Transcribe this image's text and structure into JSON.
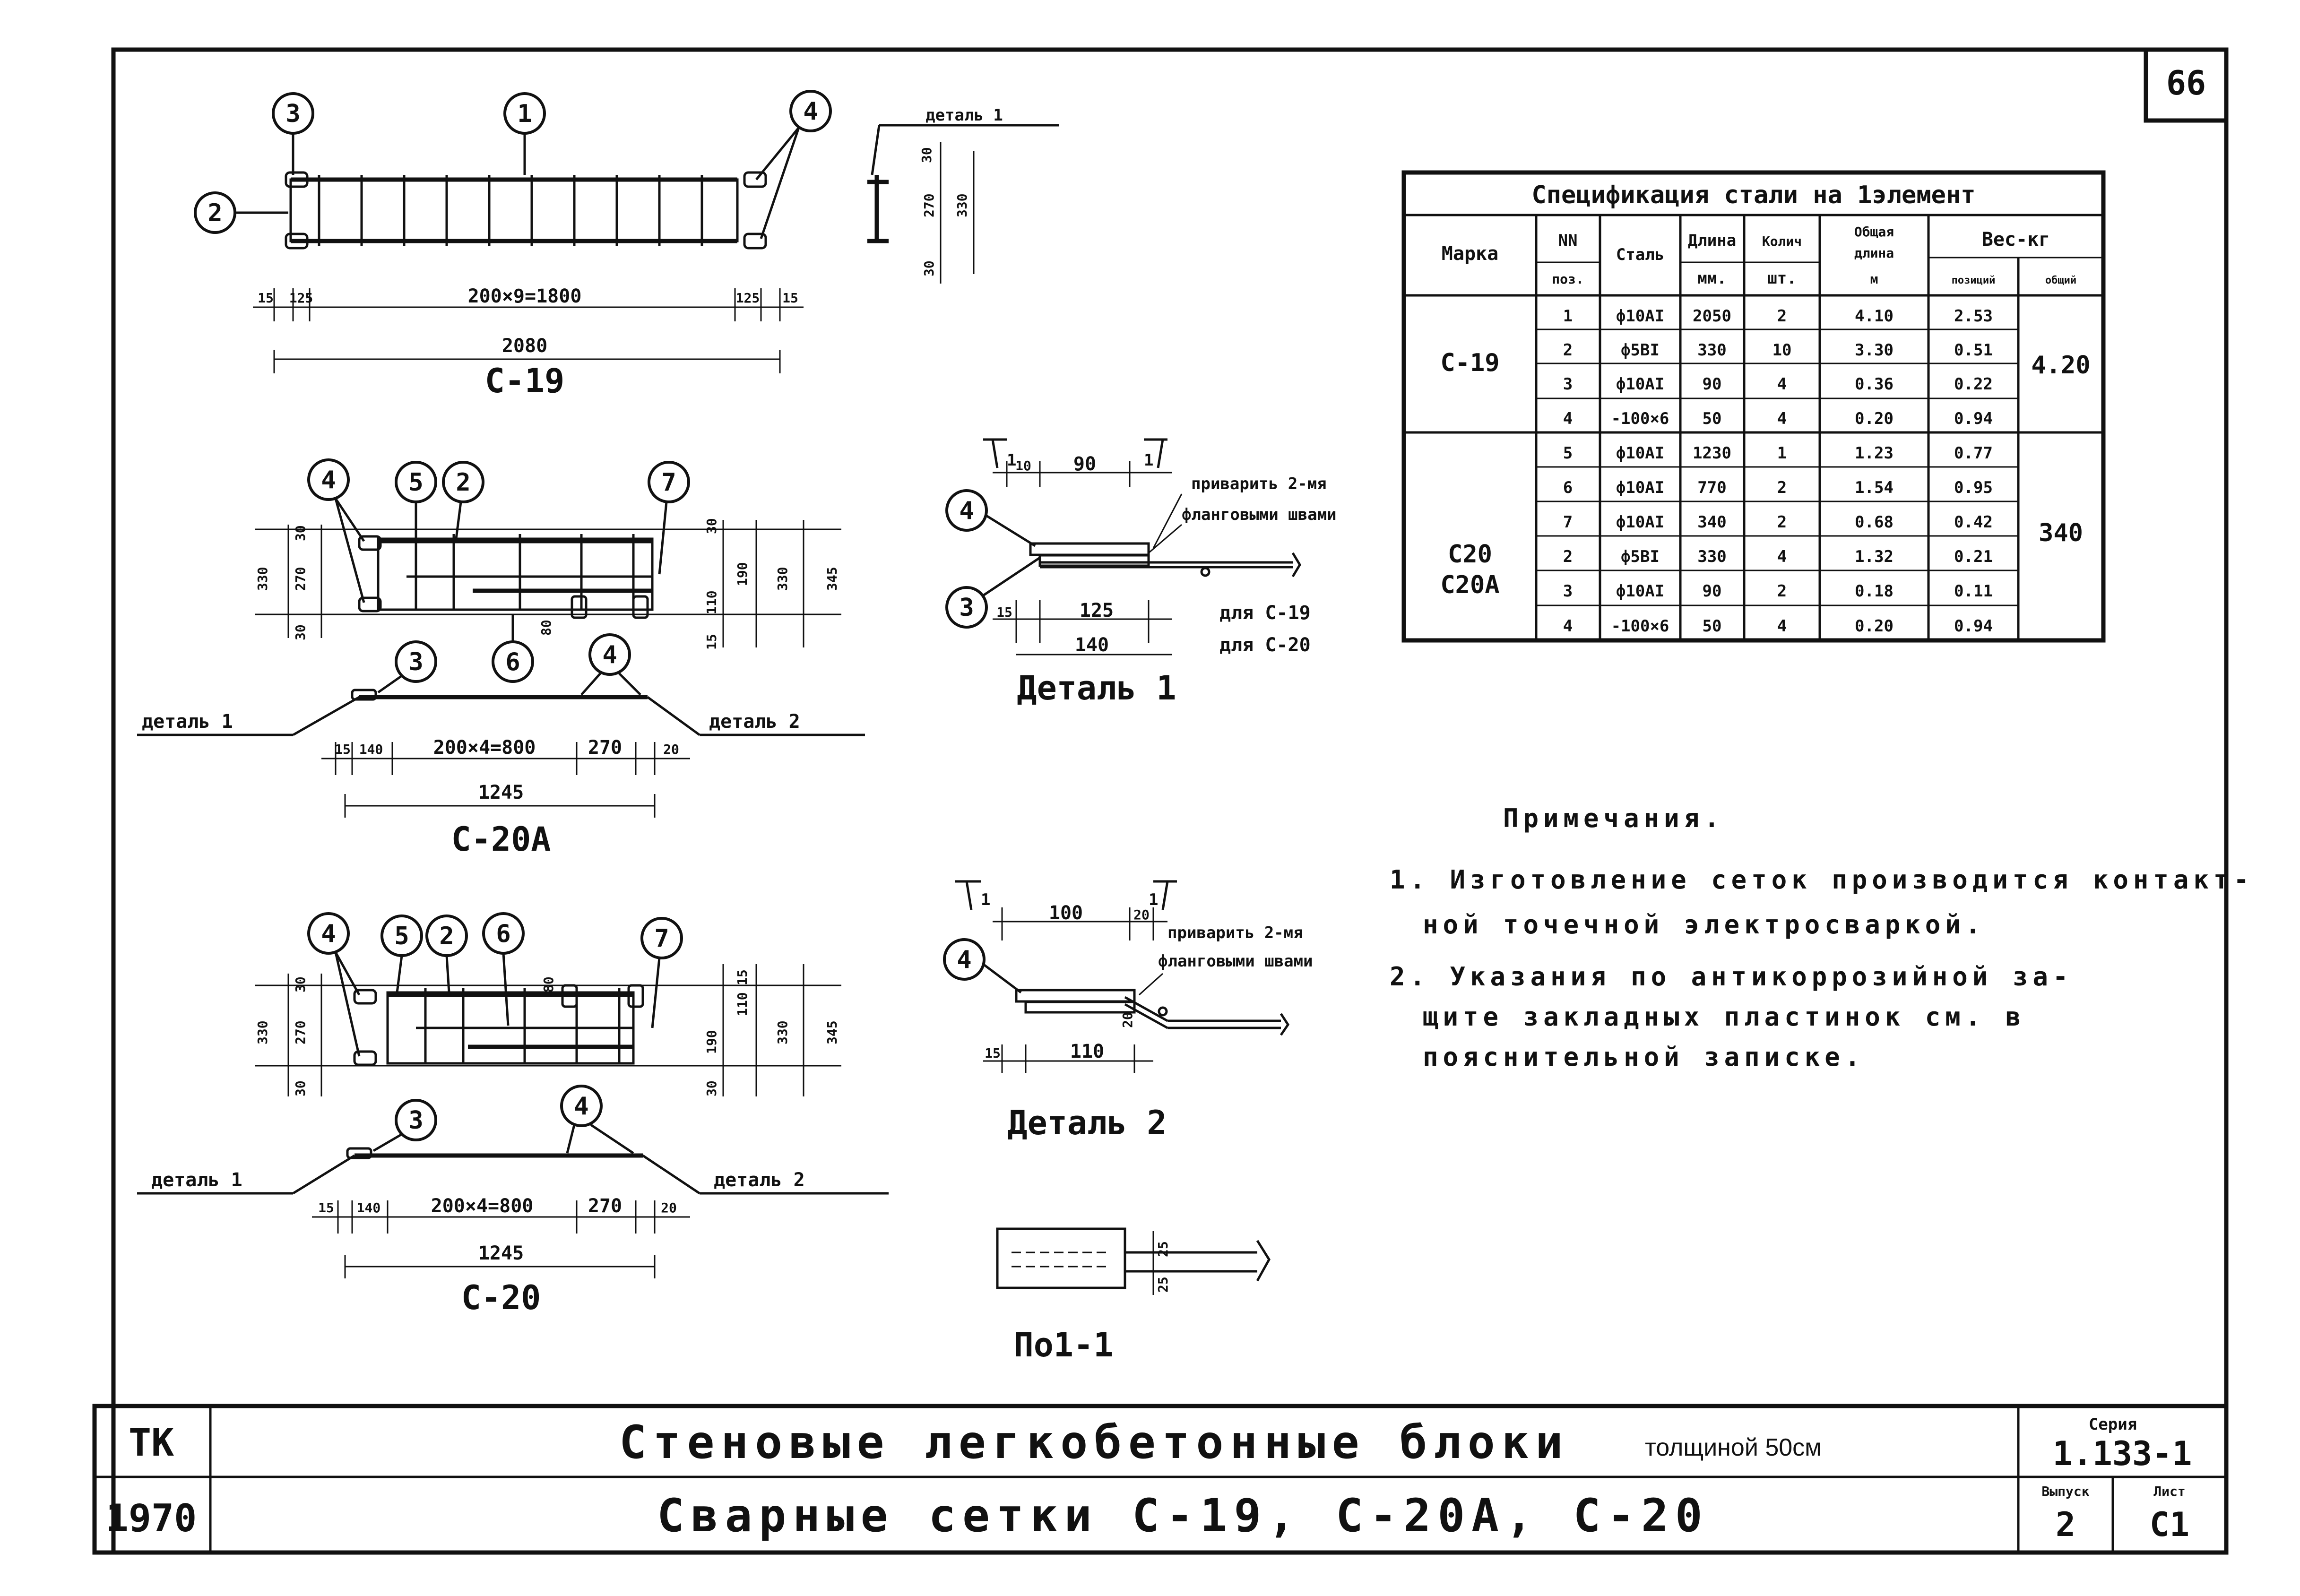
{
  "sheet_number": "66",
  "stamp": {
    "org": "ТК",
    "year": "1970",
    "title": "Стеновые легкобетонные блоки",
    "title_suffix": "толщиной 50см",
    "subtitle": "Сварные сетки С-19, С-20А, С-20",
    "series_label": "Серия",
    "series_value": "1.133-1",
    "issue_label": "Выпуск",
    "issue_value": "2",
    "sheet_label": "Лист",
    "sheet_value": "С1"
  },
  "spec_table": {
    "title": "Спецификация стали на 1элемент",
    "headers": {
      "mark": "Марка",
      "pos_top": "NN",
      "pos_bottom": "поз.",
      "steel": "Сталь",
      "length_top": "Длина",
      "length_bottom": "мм.",
      "qty_top": "Колич",
      "qty_bottom": "шт.",
      "total_top": "Общая",
      "total_mid": "длина",
      "total_bottom": "м",
      "weight": "Вес-кг",
      "weight_pos": "позиций",
      "weight_total": "общий"
    },
    "groups": [
      {
        "mark": "С-19",
        "total_weight": "4.20",
        "rows": [
          {
            "pos": "1",
            "steel": "ф10АI",
            "length": "2050",
            "qty": "2",
            "total_len": "4.10",
            "weight": "2.53"
          },
          {
            "pos": "2",
            "steel": "ф5ВI",
            "length": "330",
            "qty": "10",
            "total_len": "3.30",
            "weight": "0.51"
          },
          {
            "pos": "3",
            "steel": "ф10АI",
            "length": "90",
            "qty": "4",
            "total_len": "0.36",
            "weight": "0.22"
          },
          {
            "pos": "4",
            "steel": "-100×6",
            "length": "50",
            "qty": "4",
            "total_len": "0.20",
            "weight": "0.94"
          }
        ]
      },
      {
        "mark": "С20",
        "mark2": "С20А",
        "total_weight": "340",
        "rows": [
          {
            "pos": "5",
            "steel": "ф10АI",
            "length": "1230",
            "qty": "1",
            "total_len": "1.23",
            "weight": "0.77"
          },
          {
            "pos": "6",
            "steel": "ф10АI",
            "length": "770",
            "qty": "2",
            "total_len": "1.54",
            "weight": "0.95"
          },
          {
            "pos": "7",
            "steel": "ф10АI",
            "length": "340",
            "qty": "2",
            "total_len": "0.68",
            "weight": "0.42"
          },
          {
            "pos": "2",
            "steel": "ф5ВI",
            "length": "330",
            "qty": "4",
            "total_len": "1.32",
            "weight": "0.21"
          },
          {
            "pos": "3",
            "steel": "ф10АI",
            "length": "90",
            "qty": "2",
            "total_len": "0.18",
            "weight": "0.11"
          },
          {
            "pos": "4",
            "steel": "-100×6",
            "length": "50",
            "qty": "4",
            "total_len": "0.20",
            "weight": "0.94"
          }
        ]
      }
    ]
  },
  "notes": {
    "title": "Примечания.",
    "items": [
      {
        "line1": "1. Изготовление сеток производится контакт-",
        "line2": "ной точечной электросваркой."
      },
      {
        "line1": "2. Указания по антикоррозийной за-",
        "line2": "щите закладных пластинок см. в",
        "line3": "пояснительной записке."
      }
    ]
  },
  "drawings": {
    "c19": {
      "label": "С-19",
      "dims": {
        "d15a": "15",
        "d125a": "125",
        "dmid": "200×9=1800",
        "d125b": "125",
        "d15b": "15",
        "total": "2080"
      },
      "callouts": [
        "3",
        "1",
        "4",
        "2"
      ]
    },
    "detail1_side": {
      "title": "деталь 1",
      "d30a": "30",
      "d270": "270",
      "d330": "330",
      "d30b": "30"
    },
    "c20a": {
      "label": "С-20А",
      "callouts": [
        "4",
        "5",
        "2",
        "7",
        "3",
        "6",
        "4"
      ],
      "left_dims": [
        "330",
        "270",
        "30",
        "30"
      ],
      "right_dims": [
        "30",
        "190",
        "110",
        "330",
        "345",
        "15"
      ],
      "d80": "80",
      "detail_left": "деталь 1",
      "detail_right": "деталь 2",
      "dims": {
        "d15": "15",
        "d140": "140",
        "dmid": "200×4=800",
        "d270": "270",
        "d20": "20",
        "total": "1245"
      }
    },
    "c20": {
      "label": "С-20",
      "callouts": [
        "4",
        "5",
        "2",
        "6",
        "7",
        "3",
        "4"
      ],
      "left_dims": [
        "330",
        "270",
        "30",
        "30"
      ],
      "right_dims": [
        "15",
        "110",
        "190",
        "330",
        "345",
        "30"
      ],
      "d80": "80",
      "detail_left": "деталь 1",
      "detail_right": "деталь 2",
      "dims": {
        "d15": "15",
        "d140": "140",
        "dmid": "200×4=800",
        "d270": "270",
        "d20": "20",
        "total": "1245"
      }
    },
    "detail1": {
      "title": "Деталь 1",
      "cut": "1",
      "d10": "10",
      "d90": "90",
      "weld_note1": "приварить 2-мя",
      "weld_note2": "фланговыми швами",
      "d15": "15",
      "d125": "125",
      "d140": "140",
      "for_c19": "для С-19",
      "for_c20": "для С-20",
      "callouts": [
        "4",
        "3"
      ]
    },
    "detail2": {
      "title": "Деталь 2",
      "cut": "1",
      "d100": "100",
      "d20": "20",
      "weld_note1": "приварить 2-мя",
      "weld_note2": "фланговыми швами",
      "d20b": "20",
      "d15": "15",
      "d110": "110",
      "callout": "4"
    },
    "section": {
      "title": "По1-1",
      "d25a": "25",
      "d25b": "25"
    }
  }
}
